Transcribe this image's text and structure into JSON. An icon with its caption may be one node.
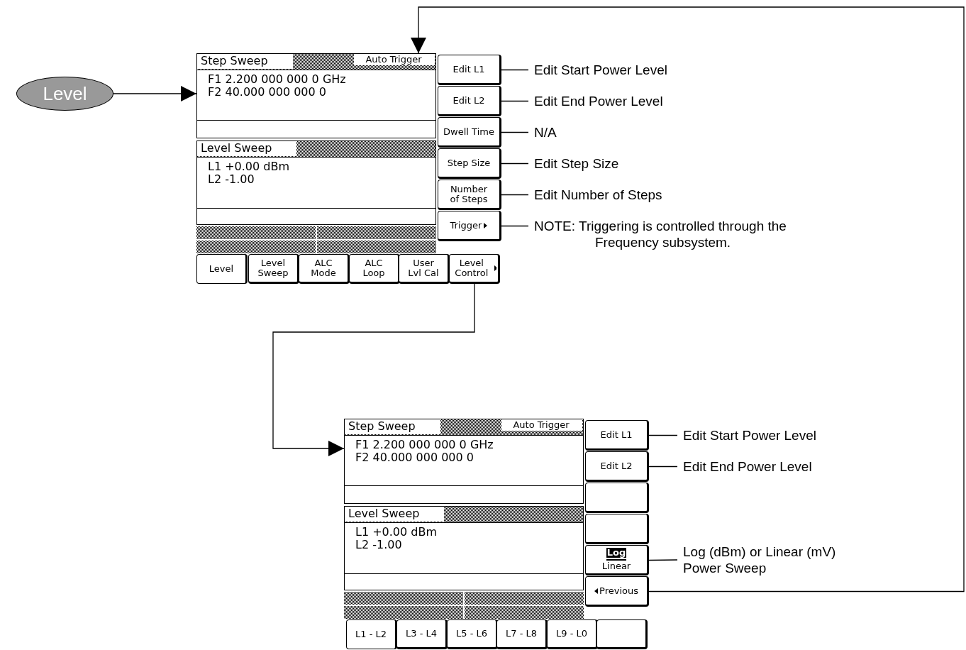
{
  "diagram": {
    "nodes": [
      {
        "text": [
          "Level"
        ]
      },
      {
        "text": [
          "Step Sweep",
          "Auto Trigger",
          "F1 2.200 000 000 0 GHz",
          "F2 40.000 000 000 0",
          "Level Sweep",
          "L1 +0.00 dBm",
          "L2 -1.00"
        ]
      },
      {
        "text": [
          "Edit L1"
        ]
      },
      {
        "text": [
          "Edit L2"
        ]
      },
      {
        "text": [
          "Dwell Time"
        ]
      },
      {
        "text": [
          "Step Size"
        ]
      },
      {
        "text": [
          "Number of Steps"
        ]
      },
      {
        "text": [
          "Trigger"
        ]
      },
      {
        "text": [
          "Level"
        ]
      },
      {
        "text": [
          "Level Sweep"
        ]
      },
      {
        "text": [
          "ALC Mode"
        ]
      },
      {
        "text": [
          "ALC Loop"
        ]
      },
      {
        "text": [
          "User Lvl Cal"
        ]
      },
      {
        "text": [
          "Level Control"
        ]
      },
      {
        "text": [
          "Edit Start Power Level"
        ]
      },
      {
        "text": [
          "Edit End Power Level"
        ]
      },
      {
        "text": [
          "N/A"
        ]
      },
      {
        "text": [
          "Edit Step Size"
        ]
      },
      {
        "text": [
          "Edit Number of Steps"
        ]
      },
      {
        "text": [
          "NOTE: Triggering is controlled through the Frequency subsystem."
        ]
      },
      {
        "text": [
          "Step Sweep",
          "Auto Trigger",
          "F1 2.200 000 000 0 GHz",
          "F2 40.000 000 000 0",
          "Level Sweep",
          "L1 +0.00 dBm",
          "L2 -1.00"
        ]
      },
      {
        "text": [
          "Edit L1"
        ]
      },
      {
        "text": [
          "Edit L2"
        ]
      },
      {
        "text": [],
        "shape": "box"
      },
      {
        "text": [],
        "shape": "box"
      },
      {
        "text": [
          "Log",
          "Linear"
        ]
      },
      {
        "text": [
          "Previous"
        ]
      },
      {
        "text": [
          "L1 - L2"
        ]
      },
      {
        "text": [
          "L3 - L4"
        ]
      },
      {
        "text": [
          "L5 - L6"
        ]
      },
      {
        "text": [
          "L7 - L8"
        ]
      },
      {
        "text": [
          "L9 - L0"
        ]
      },
      {
        "text": [],
        "shape": "box"
      },
      {
        "text": [
          "Edit Start Power Level"
        ]
      },
      {
        "text": [
          "Edit End Power Level"
        ]
      },
      {
        "text": [
          "Log (dBm) or Linear (mV) Power Sweep"
        ]
      }
    ],
    "edges": [
      {
        "from": 0,
        "to": 1,
        "arrow": "to"
      },
      {
        "from": 13,
        "to": 20,
        "arrow": "to"
      },
      {
        "from": 26,
        "to": 1,
        "arrow": "to"
      },
      {
        "from": 14,
        "to": 2,
        "arrow": "none"
      },
      {
        "from": 15,
        "to": 3,
        "arrow": "none"
      },
      {
        "from": 16,
        "to": 4,
        "arrow": "none"
      },
      {
        "from": 17,
        "to": 5,
        "arrow": "none"
      },
      {
        "from": 18,
        "to": 6,
        "arrow": "none"
      },
      {
        "from": 19,
        "to": 7,
        "arrow": "none"
      },
      {
        "from": 33,
        "to": 21,
        "arrow": "none"
      },
      {
        "from": 34,
        "to": 22,
        "arrow": "none"
      },
      {
        "from": 35,
        "to": 25,
        "arrow": "none"
      }
    ]
  }
}
